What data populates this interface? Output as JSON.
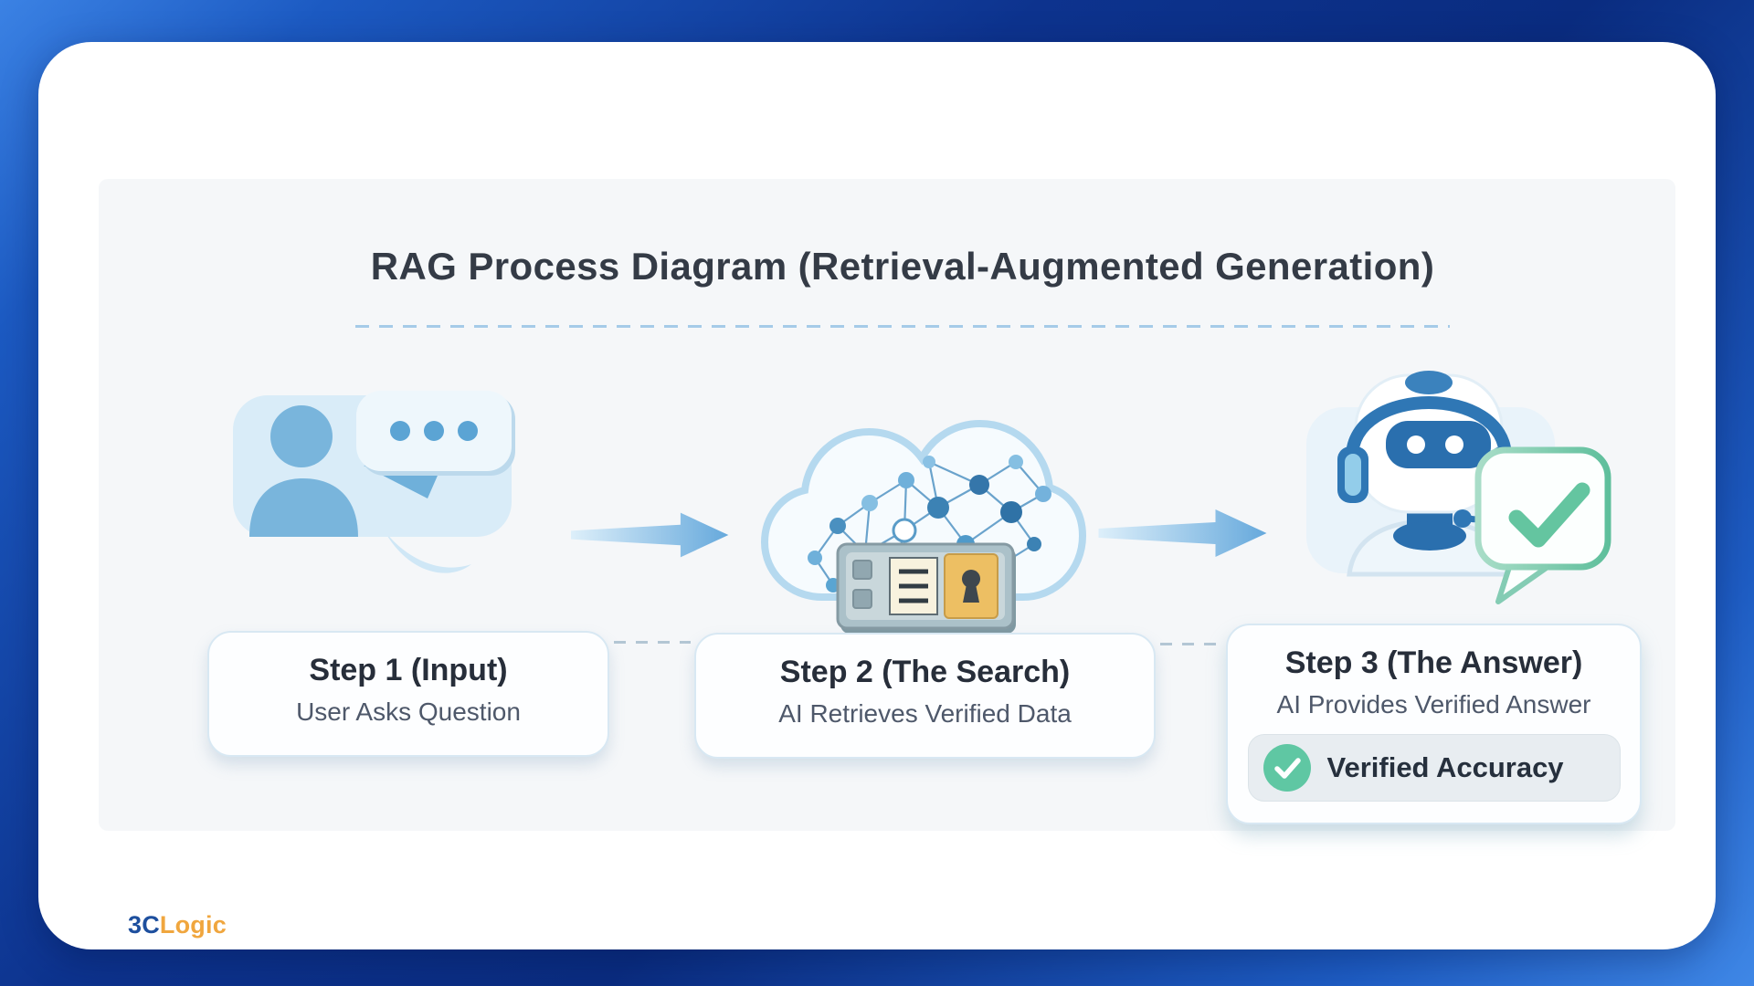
{
  "header": {
    "title": "RAG Process Diagram (Retrieval-Augmented Generation)"
  },
  "steps": [
    {
      "title": "Step 1 (Input)",
      "subtitle": "User Asks Question",
      "icon": "user-chat-icon"
    },
    {
      "title": "Step 2 (The Search)",
      "subtitle": "AI Retrieves Verified Data",
      "icon": "cloud-network-database-icon"
    },
    {
      "title": "Step 3 (The Answer)",
      "subtitle": "AI Provides Verified Answer",
      "icon": "robot-headset-check-icon",
      "badge_label": "Verified Accuracy"
    }
  ],
  "footer": {
    "logo_part_1": "3C",
    "logo_part_2": "Logic"
  },
  "colors": {
    "bright_blue": "#3b82e4",
    "dark_navy": "#0a2c80",
    "arrow_blue": "#66a9dc",
    "icon_light_blue": "#d9ecf8",
    "person_blue": "#79b5dc",
    "check_green": "#5fc7a3",
    "badge_bg": "#e8edf1",
    "amber": "#edbf63",
    "logo_blue": "#1d4f9e",
    "logo_orange": "#f0a63e",
    "title_text": "#343b46",
    "subtitle_text": "#4e586a",
    "divider_blue": "#a5cbe8"
  }
}
